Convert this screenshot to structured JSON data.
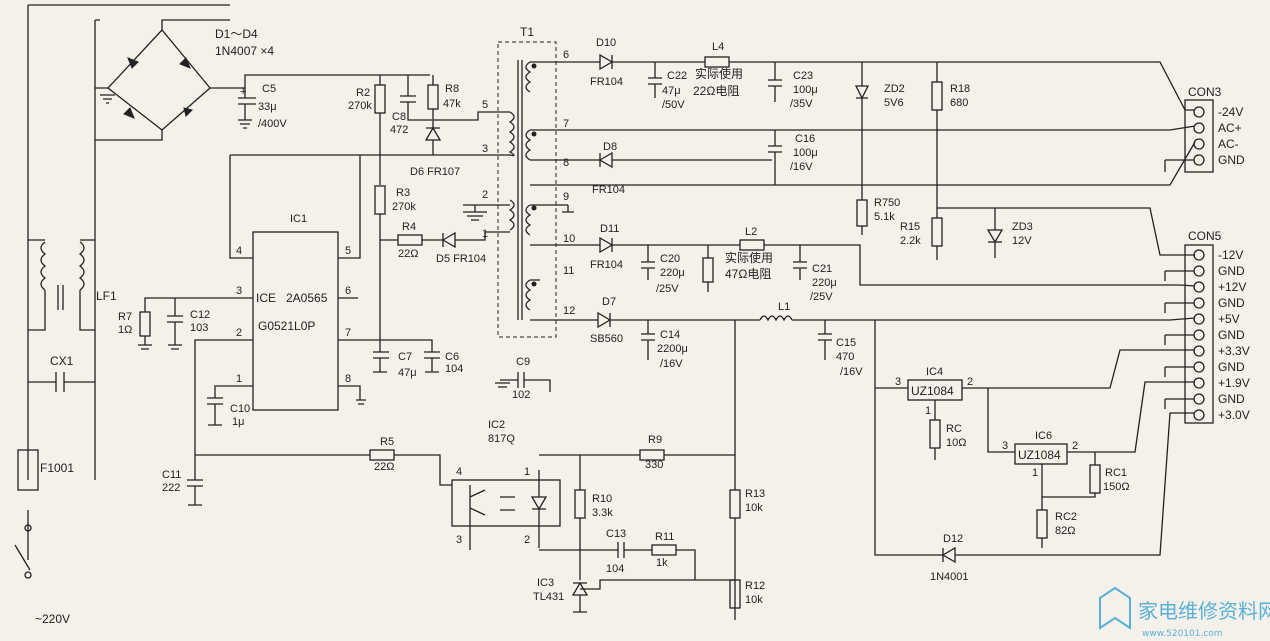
{
  "labels": {
    "d1d4": "D1～D4",
    "d1d4_part": "1N4007 ×4",
    "c5": "C5",
    "c5_val": "33μ",
    "c5_volt": "/400V",
    "r2": "R2",
    "r2_val": "270k",
    "c8": "C8",
    "c8_val": "472",
    "r8": "R8",
    "r8_val": "47k",
    "d6": "D6 FR107",
    "r3": "R3",
    "r3_val": "270k",
    "r4": "R4",
    "r4_val": "22Ω",
    "d5": "D5 FR104",
    "ic1": "IC1",
    "ic1_part1": "2A0565",
    "ic1_part2": "G0521L0P",
    "ic1_pin_ice": "ICE",
    "ic1_pins": [
      "4",
      "5",
      "3",
      "6",
      "2",
      "7",
      "1",
      "8"
    ],
    "lf1": "LF1",
    "r7": "R7",
    "r7_val": "1Ω",
    "c12": "C12",
    "c12_val": "103",
    "c7": "C7",
    "c7_val": "47μ",
    "c6": "C6",
    "c6_val": "104",
    "c10": "C10",
    "c10_val": "1μ",
    "c11": "C11",
    "c11_val": "222",
    "cx1": "CX1",
    "f1001": "F1001",
    "ac_in": "~220V",
    "t1": "T1",
    "t1_pins": [
      "5",
      "3",
      "2",
      "1",
      "6",
      "7",
      "8",
      "9",
      "10",
      "11",
      "12"
    ],
    "d10": "D10",
    "d10_part": "FR104",
    "l4": "L4",
    "l4_note": "实际使用",
    "l4_note2": "22Ω电阻",
    "c22": "C22",
    "c22_val": "47μ",
    "c22_volt": "/50V",
    "c23": "C23",
    "c23_val": "100μ",
    "c23_volt": "/35V",
    "zd2": "ZD2",
    "zd2_val": "5V6",
    "r18": "R18",
    "r18_val": "680",
    "c16": "C16",
    "c16_val": "100μ",
    "c16_volt": "/16V",
    "d8": "D8",
    "d8_part": "FR104",
    "r750": "R750",
    "r750_val": "5.1k",
    "r15": "R15",
    "r15_val": "2.2k",
    "zd3": "ZD3",
    "zd3_val": "12V",
    "d11": "D11",
    "d11_part": "FR104",
    "l2": "L2",
    "l2_note": "实际使用",
    "l2_note2": "47Ω电阻",
    "c20": "C20",
    "c20_val": "220μ",
    "c20_volt": "/25V",
    "c21": "C21",
    "c21_val": "220μ",
    "c21_volt": "/25V",
    "d7": "D7",
    "d7_part": "SB560",
    "c14": "C14",
    "c14_val": "2200μ",
    "c14_volt": "/16V",
    "l1": "L1",
    "c15": "C15",
    "c15_val": "470",
    "c15_volt": "/16V",
    "c9": "C9",
    "c9_val": "102",
    "r5": "R5",
    "r5_val": "22Ω",
    "ic2": "IC2",
    "ic2_part": "817Q",
    "r9": "R9",
    "r9_val": "330",
    "r10": "R10",
    "r10_val": "3.3k",
    "c13": "C13",
    "c13_val": "104",
    "r11": "R11",
    "r11_val": "1k",
    "r13": "R13",
    "r13_val": "10k",
    "r12": "R12",
    "r12_val": "10k",
    "ic3": "IC3",
    "ic3_part": "TL431",
    "ic4": "IC4",
    "ic4_part": "UZ1084",
    "rc": "RC",
    "rc_val": "10Ω",
    "ic6": "IC6",
    "ic6_part": "UZ1084",
    "rc1": "RC1",
    "rc1_val": "150Ω",
    "rc2": "RC2",
    "rc2_val": "82Ω",
    "d12": "D12",
    "d12_part": "1N4001",
    "con3": "CON3",
    "con3_pins": [
      "-24V",
      "AC+",
      "AC-",
      "GND"
    ],
    "con5": "CON5",
    "con5_pins": [
      "-12V",
      "GND",
      "+12V",
      "GND",
      "+5V",
      "GND",
      "+3.3V",
      "GND",
      "+1.9V",
      "GND",
      "+3.0V"
    ],
    "watermark": "家电维修资料网",
    "watermark_url": "www.520101.com"
  }
}
